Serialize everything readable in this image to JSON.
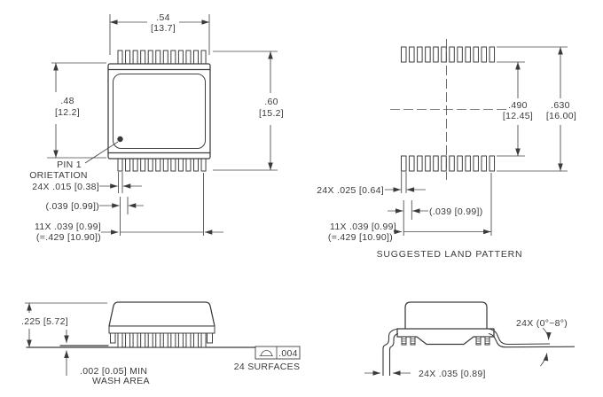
{
  "drawing": {
    "type": "mechanical-dimension-drawing",
    "views": {
      "top": {
        "width_in": ".54",
        "width_mm": "[13.7]",
        "body_height_in": ".48",
        "body_height_mm": "[12.2]",
        "overall_height_in": ".60",
        "overall_height_mm": "[15.2]",
        "pin1_line1": "PIN 1",
        "pin1_line2": "ORIETATION",
        "lead_width": "24X .015 [0.38]",
        "lead_pitch_ref": "(.039 [0.99])",
        "pitch_span_line1": "11X .039 [0.99]",
        "pitch_span_line2": "(=.429 [10.90])"
      },
      "land": {
        "title": "SUGGESTED LAND PATTERN",
        "inner_in": ".490",
        "inner_mm": "[12.45]",
        "outer_in": ".630",
        "outer_mm": "[16.00]",
        "pad_width": "24X .025 [0.64]",
        "pad_pitch_ref": "(.039 [0.99])",
        "pitch_span_line1": "11X .039 [0.99]",
        "pitch_span_line2": "(=.429 [10.90])"
      },
      "side": {
        "height": ".225 [5.72]",
        "wash_line1": ".002 [0.05] MIN",
        "wash_line2": "WASH AREA",
        "flatness_value": ".004",
        "flatness_surfaces": "24 SURFACES"
      },
      "end": {
        "lead_angle": "24X (0°~8°)",
        "lead_thickness": "24X .035 [0.89]"
      }
    },
    "colors": {
      "line": "#3a3a3a",
      "background": "#ffffff"
    }
  }
}
